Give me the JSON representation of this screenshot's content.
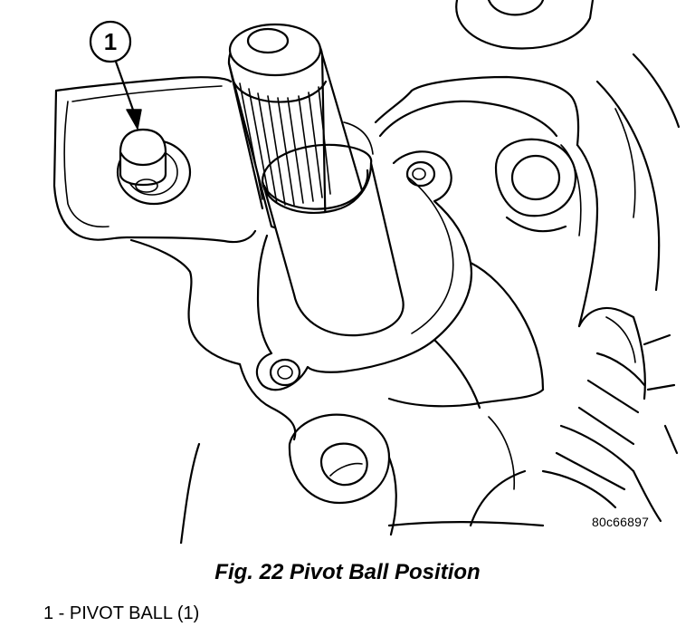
{
  "figure": {
    "caption": "Fig. 22 Pivot Ball Position",
    "code": "80c66897"
  },
  "callouts": [
    {
      "number": "1"
    }
  ],
  "legend": [
    {
      "text": "1 - PIVOT BALL (1)"
    }
  ]
}
